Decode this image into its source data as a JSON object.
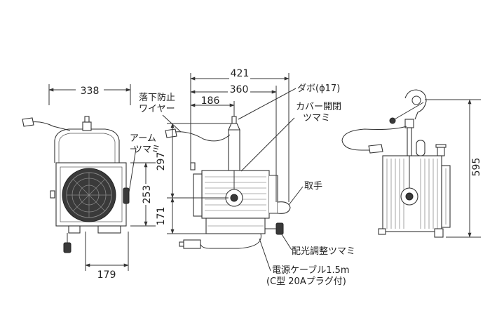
{
  "dimensions": {
    "width_front": "338",
    "height_front": "253",
    "bottom_front": "179",
    "depth_total": "421",
    "depth_mid": "360",
    "depth_short": "186",
    "height_upper": "297",
    "height_lower": "171",
    "height_back": "595"
  },
  "labels": {
    "fall_wire_1": "落下防止",
    "fall_wire_2": "ワイヤー",
    "arm_knob_1": "アーム",
    "arm_knob_2": "ツマミ",
    "dowel": "ダボ(ϕ17)",
    "cover_knob_1": "カバー開閉",
    "cover_knob_2": "ツマミ",
    "handle": "取手",
    "light_knob": "配光調整ツマミ",
    "cable_1": "電源ケーブル1.5m",
    "cable_2": "(C型 20Aプラグ付)"
  }
}
